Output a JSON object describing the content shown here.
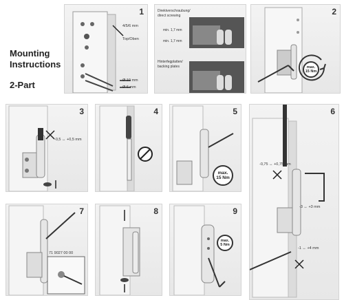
{
  "title": {
    "line1": "Mounting",
    "line2": "Instructions",
    "subtitle": "2-Part"
  },
  "panels": [
    {
      "num": "1",
      "labels": {
        "dims": "4/5/6 mm",
        "top": "Top/Oben",
        "d10": "Ø 10 mm",
        "d6": "Ø 6 mm"
      }
    },
    {
      "num": "",
      "labels": {
        "direct": "Direktverschraubung/",
        "direct2": "direct screwing",
        "min1": "min. 1,7 mm",
        "min2": "min. 1,7 mm",
        "backing": "Hinterfegplatten/",
        "backing2": "backing plates"
      }
    },
    {
      "num": "2",
      "torque": {
        "line1": "max.",
        "line2": "15 Nm"
      }
    },
    {
      "num": "3",
      "labels": {
        "adj": "-0,5 ↔ +0,5 mm"
      }
    },
    {
      "num": "4"
    },
    {
      "num": "5",
      "torque": {
        "line1": "max.",
        "line2": "15 Nm"
      }
    },
    {
      "num": "6",
      "labels": {
        "adj1": "-0,75 ↔ +0,75 mm",
        "adj2": "-3 ↔ +3 mm",
        "adj3": "-1 ↔ +4 mm"
      }
    },
    {
      "num": "7",
      "labels": {
        "part": "71 9027 00 00"
      }
    },
    {
      "num": "8"
    },
    {
      "num": "9",
      "torque": {
        "line1": "max.",
        "line2": "5 Nm"
      }
    }
  ],
  "icons": [
    "no-hammer-icon",
    "rotate-arrow-icon",
    "adjust-cross-icon",
    "up-arrow-icon",
    "down-arrow-icon"
  ]
}
